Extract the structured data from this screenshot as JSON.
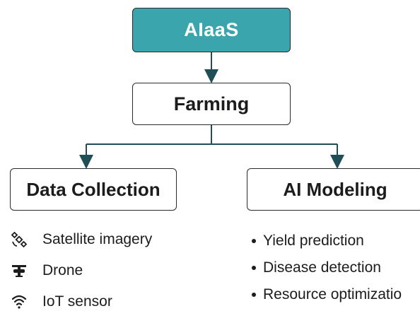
{
  "root": {
    "label": "AIaaS",
    "color": "#3ba5ad"
  },
  "level1": {
    "label": "Farming"
  },
  "branches": [
    {
      "label": "Data Collection"
    },
    {
      "label": "AI Modeling"
    }
  ],
  "data_collection_items": [
    {
      "label": "Satellite imagery",
      "icon": "satellite-icon"
    },
    {
      "label": "Drone",
      "icon": "drone-icon"
    },
    {
      "label": "IoT sensor",
      "icon": "wifi-signal-icon"
    }
  ],
  "ai_modeling_items": [
    {
      "label": "Yield prediction"
    },
    {
      "label": "Disease detection"
    },
    {
      "label": "Resource optimizatio"
    }
  ]
}
